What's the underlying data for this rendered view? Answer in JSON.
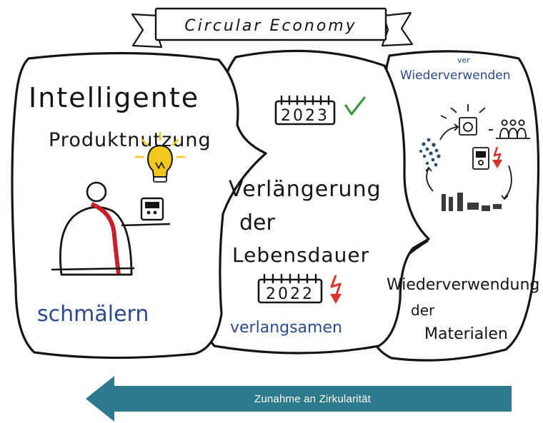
{
  "banner": {
    "title": "Circular Economy"
  },
  "panels": {
    "left": {
      "title_line1": "Intelligente",
      "title_line2": "Produktnutzung",
      "bottom_label": "schmälern"
    },
    "middle": {
      "calendar_top_year": "2023",
      "title_line1": "Verlängerung",
      "title_line2": "der",
      "title_line3": "Lebensdauer",
      "calendar_bottom_year": "2022",
      "bottom_label": "verlangsamen"
    },
    "right": {
      "top_label": "Wiederverwenden",
      "top_label_insert": "ver",
      "title_line1": "Wiederverwendung",
      "title_line2": "der",
      "title_line3": "Materialen"
    }
  },
  "bottom_arrow": {
    "label": "Zunahme an Zirkularität"
  },
  "colors": {
    "ink": "#141414",
    "blue_text": "#2b4a8c",
    "arrow_teal": "#2c7a8c",
    "accent_red": "#d9322a",
    "check_green": "#3c9a3c",
    "bulb_yellow": "#f2c81e"
  },
  "icons": {
    "check": "check-icon",
    "down": "down-arrow-icon",
    "bulb": "lightbulb-icon"
  }
}
